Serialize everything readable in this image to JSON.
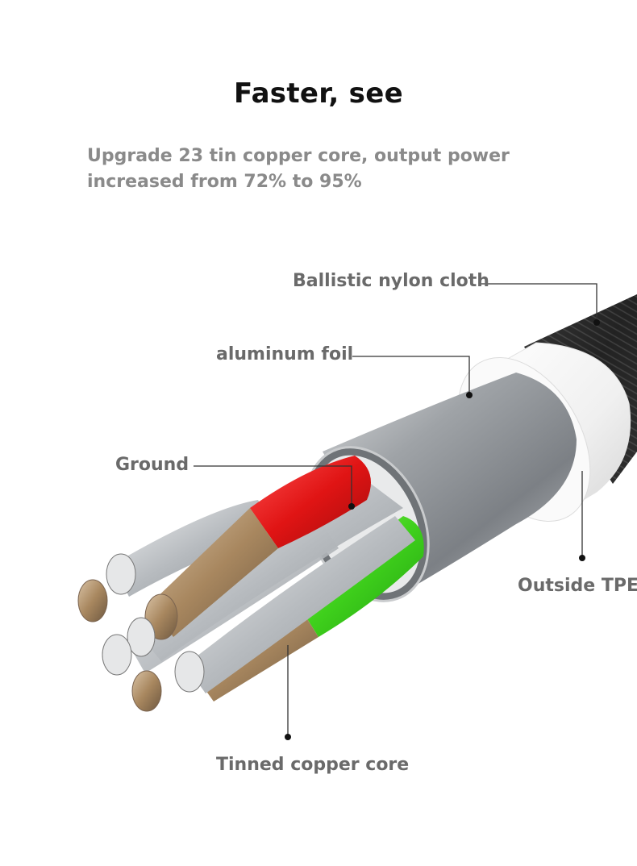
{
  "header": {
    "title": "Faster, see",
    "subtitle": "Upgrade 23 tin copper core, output power increased from 72% to 95%"
  },
  "callouts": {
    "nylon": "Ballistic nylon cloth",
    "foil": "aluminum foil",
    "ground": "Ground",
    "tpe": "Outside TPE",
    "core": "Tinned copper core"
  },
  "colors": {
    "nylon": "#2b2b2b",
    "foil": "#9a9da1",
    "tpe": "#f2f2f2",
    "red_wire": "#e01b1b",
    "green_wire": "#3ccf1a",
    "copper": "#a88d70",
    "strand": "#bfc3c7"
  }
}
